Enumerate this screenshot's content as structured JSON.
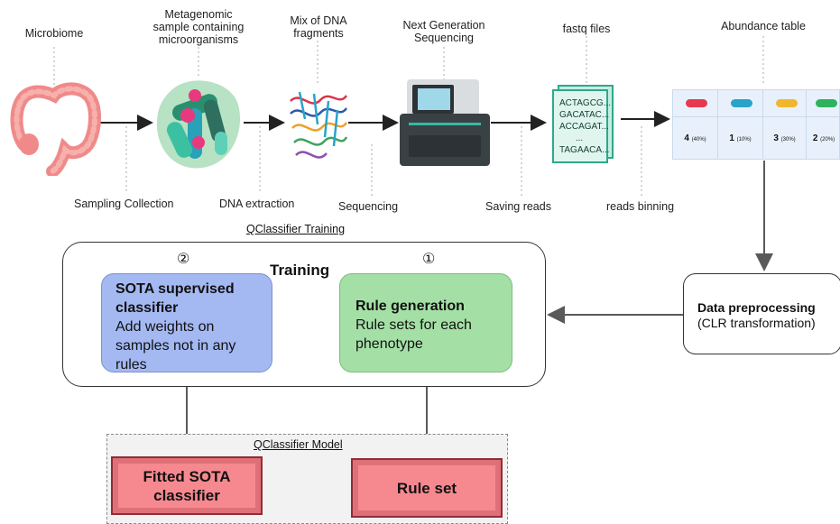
{
  "pipeline": {
    "stages": {
      "microbiome": "Microbiome",
      "metagenomic": "Metagenomic\nsample containing\nmicroorganisms",
      "dna_mix": "Mix of DNA\nfragments",
      "ngs": "Next Generation\nSequencing",
      "fastq": "fastq files",
      "abundance": "Abundance table"
    },
    "steps": {
      "sampling": "Sampling Collection",
      "extraction": "DNA extraction",
      "sequencing": "Sequencing",
      "saving": "Saving reads",
      "binning": "reads binning"
    },
    "fastq_lines": [
      "ACTAGCG...",
      "GACATAC...",
      "ACCAGAT...",
      "...",
      "TAGAACA..."
    ],
    "abundance_table": [
      {
        "count": "4",
        "pct": "(40%)",
        "color": "#e8384f"
      },
      {
        "count": "1",
        "pct": "(10%)",
        "color": "#2aa3c9"
      },
      {
        "count": "3",
        "pct": "(30%)",
        "color": "#f2b52e"
      },
      {
        "count": "2",
        "pct": "(20%)",
        "color": "#2db35d"
      }
    ]
  },
  "training": {
    "section_title": "QClassifier Training",
    "box_title": "Training",
    "step_2_marker": "②",
    "step_1_marker": "①",
    "sota": {
      "title": "SOTA supervised\nclassifier",
      "desc": "Add weights on\nsamples not in any\nrules"
    },
    "rule_gen": {
      "title": "Rule generation",
      "desc": "Rule sets for each\nphenotype"
    }
  },
  "preprocessing": {
    "title": "Data preprocessing",
    "desc": "(CLR transformation)"
  },
  "model": {
    "section_title": "QClassifier Model",
    "fitted": "Fitted SOTA\nclassifier",
    "ruleset": "Rule set"
  },
  "colors": {
    "sota_fill": "#a4b8f2",
    "rule_fill": "#a4e0a6",
    "model_fill": "#f6898f",
    "fastq_fill": "#dff5ee",
    "arrow": "#555555"
  }
}
